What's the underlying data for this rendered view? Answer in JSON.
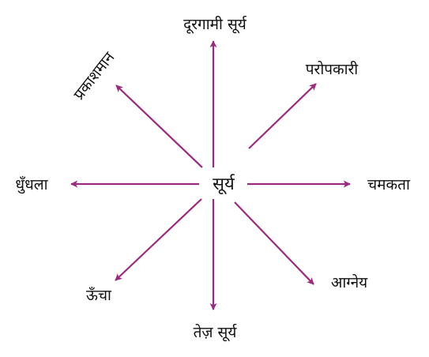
{
  "center": {
    "label": "सूर्य"
  },
  "branches": [
    {
      "id": "up",
      "label": "दूरगामी सूर्य"
    },
    {
      "id": "up-right",
      "label": "परोपकारी"
    },
    {
      "id": "right",
      "label": "चमकता"
    },
    {
      "id": "down-right",
      "label": "आग्नेय"
    },
    {
      "id": "down",
      "label": "तेज़ सूर्य"
    },
    {
      "id": "down-left",
      "label": "ऊँचा"
    },
    {
      "id": "left",
      "label": "धुँधला"
    },
    {
      "id": "up-left",
      "label": "प्रकाशमान"
    }
  ],
  "colors": {
    "arrow": "#9b2a7e",
    "text": "#111111",
    "background": "#ffffff"
  }
}
